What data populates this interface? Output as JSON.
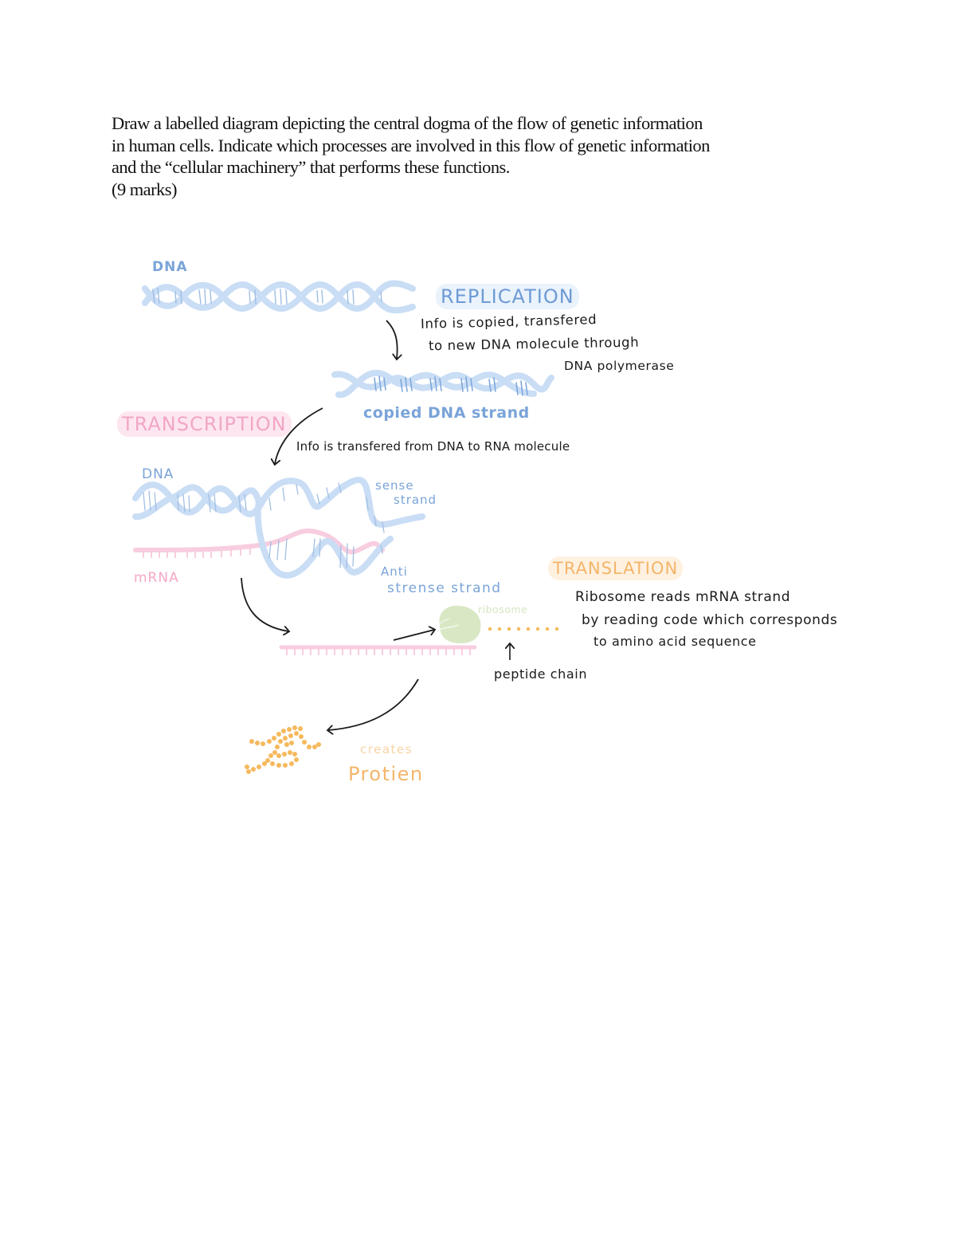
{
  "question": {
    "lines": [
      "Draw a labelled diagram depicting the central dogma of the flow of genetic information",
      "in human cells. Indicate which processes are involved in this flow of genetic information",
      "and the “cellular machinery” that performs these functions.",
      "(9 marks)"
    ]
  },
  "diagram": {
    "colors": {
      "dna": "#c9ddf5",
      "dna_text": "#7aa4d8",
      "mrna": "#f8cde0",
      "mrna_text": "#f3a8c8",
      "ribosome": "#d9e8c4",
      "protein": "#f6b95c",
      "ink": "#1a1a1a"
    },
    "replication": {
      "dna_label": "DNA",
      "title": "REPLICATION",
      "note_lines": [
        "Info is copied, transfered",
        "to new DNA molecule through",
        "DNA polymerase"
      ],
      "copied_label": "copied DNA strand"
    },
    "transcription": {
      "title": "TRANSCRIPTION",
      "note": "Info is transfered from DNA to RNA molecule",
      "dna_label": "DNA",
      "sense_lines": [
        "sense",
        "strand"
      ],
      "antisense_lines": [
        "Anti",
        "strense strand"
      ],
      "mrna_label": "mRNA"
    },
    "translation": {
      "title": "TRANSLATION",
      "note_lines": [
        "Ribosome reads mRNA strand",
        "by reading code which corresponds",
        "to amino acid sequence"
      ],
      "ribosome_label": "ribosome",
      "peptide_label": "peptide chain"
    },
    "protein": {
      "creates_label": "creates",
      "protein_label": "Protien"
    }
  }
}
